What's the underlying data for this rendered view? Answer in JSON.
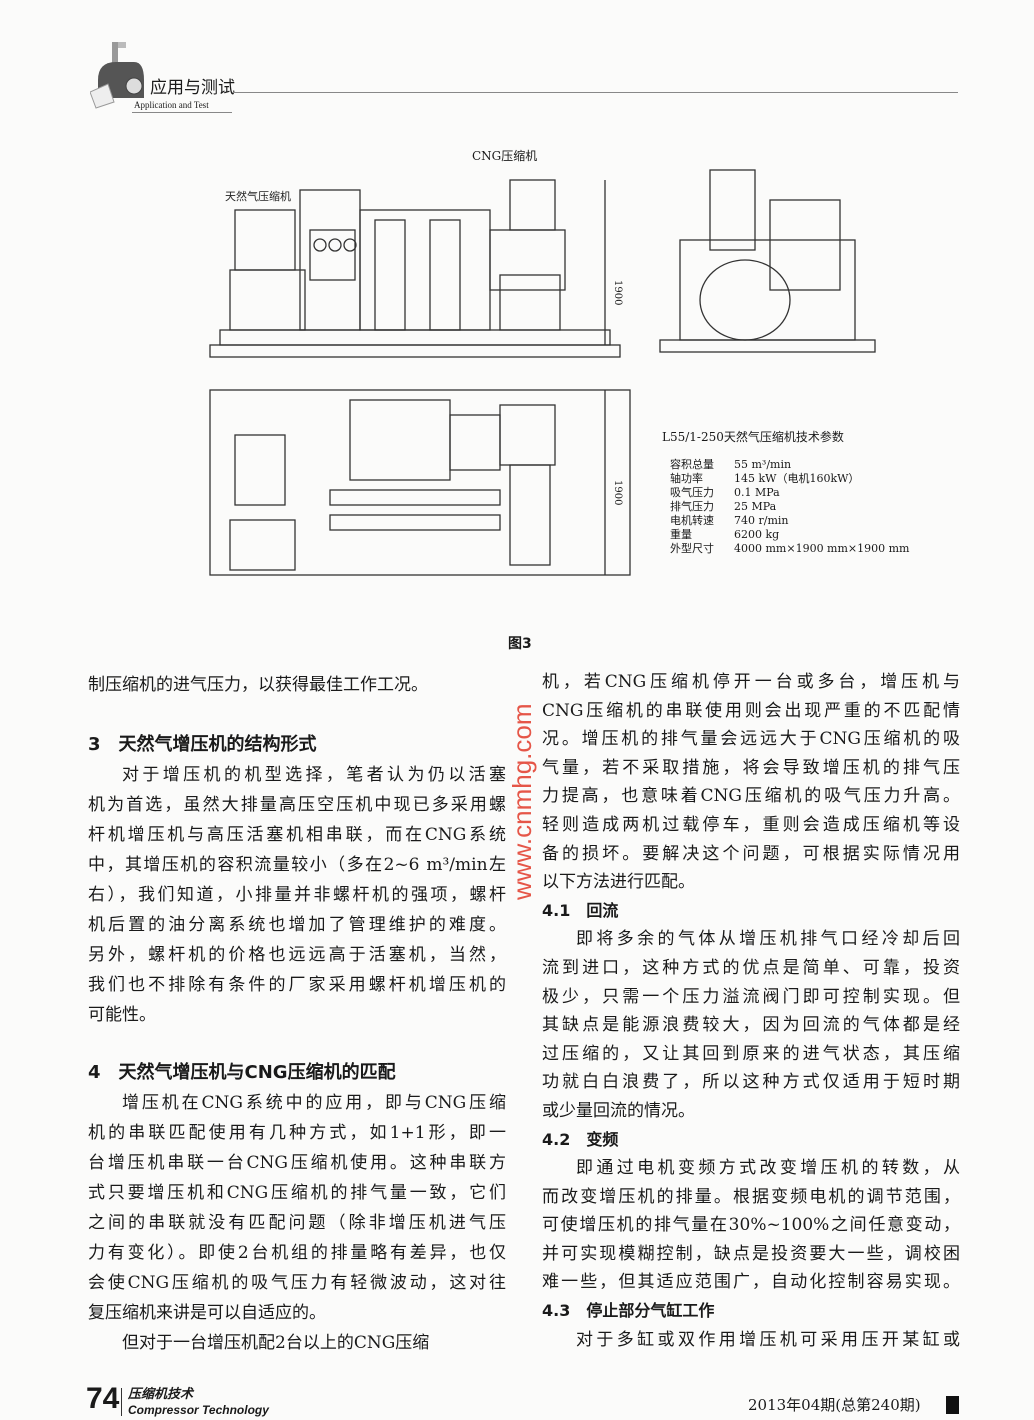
{
  "header": {
    "section_cn": "应用与测试",
    "section_en": "Application and Test"
  },
  "figure": {
    "labels": {
      "cng": "CNG压缩机",
      "natgas": "天然气压缩机",
      "dim1": "1900",
      "dim2": "1900"
    },
    "caption": "图3",
    "spec_title": "L55/1-250天然气压缩机技术参数",
    "specs": [
      {
        "k": "容积总量",
        "v": "55 m³/min"
      },
      {
        "k": "轴功率",
        "v": "145 kW（电机160kW）"
      },
      {
        "k": "吸气压力",
        "v": "0.1 MPa"
      },
      {
        "k": "排气压力",
        "v": "25 MPa"
      },
      {
        "k": "电机转速",
        "v": "740 r/min"
      },
      {
        "k": "重量",
        "v": "6200 kg"
      },
      {
        "k": "外型尺寸",
        "v": "4000 mm×1900 mm×1900 mm"
      }
    ]
  },
  "watermark": "www.cnmhg.com",
  "left": {
    "l0": "制压缩机的进气压力，以获得最佳工作工况。",
    "h3": "3　天然气增压机的结构形式",
    "p3": [
      "对于增压机的机型选择，笔者认为仍以活塞",
      "机为首选，虽然大排量高压空压机中现已多采用螺",
      "杆机增压机与高压活塞机相串联，而在CNG系统",
      "中，其增压机的容积流量较小（多在2~6 m³/min左",
      "右），我们知道，小排量并非螺杆机的强项，螺杆",
      "机后置的油分离系统也增加了管理维护的难度。",
      "另外，螺杆机的价格也远远高于活塞机，当然，",
      "我们也不排除有条件的厂家采用螺杆机增压机的",
      "可能性。"
    ],
    "h4": "4　天然气增压机与CNG压缩机的匹配",
    "p4": [
      "增压机在CNG系统中的应用，即与CNG压缩",
      "机的串联匹配使用有几种方式，如1+1形，即一",
      "台增压机串联一台CNG压缩机使用。这种串联方",
      "式只要增压机和CNG压缩机的排气量一致，它们",
      "之间的串联就没有匹配问题（除非增压机进气压",
      "力有变化）。即使2台机组的排量略有差异，也仅",
      "会使CNG压缩机的吸气压力有轻微波动，这对往",
      "复压缩机来讲是可以自适应的。"
    ],
    "p5": "但对于一台增压机配2台以上的CNG压缩"
  },
  "right": {
    "p1": [
      "机，若CNG压缩机停开一台或多台，增压机与",
      "CNG压缩机的串联使用则会出现严重的不匹配情",
      "况。增压机的排气量会远远大于CNG压缩机的吸",
      "气量，若不采取措施，将会导致增压机的排气压",
      "力提高，也意味着CNG压缩机的吸气压力升高。",
      "轻则造成两机过载停车，重则会造成压缩机等设",
      "备的损坏。要解决这个问题，可根据实际情况用",
      "以下方法进行匹配。"
    ],
    "h41": "4.1　回流",
    "p41": [
      "即将多余的气体从增压机排气口经冷却后回",
      "流到进口，这种方式的优点是简单、可靠，投资",
      "极少，只需一个压力溢流阀门即可控制实现。但",
      "其缺点是能源浪费较大，因为回流的气体都是经",
      "过压缩的，又让其回到原来的进气状态，其压缩",
      "功就白白浪费了，所以这种方式仅适用于短时期",
      "或少量回流的情况。"
    ],
    "h42": "4.2　变频",
    "p42": [
      "即通过电机变频方式改变增压机的转数，从",
      "而改变增压机的排量。根据变频电机的调节范围，",
      "可使增压机的排气量在30%~100%之间任意变动，",
      "并可实现模糊控制，缺点是投资要大一些，调校困",
      "难一些，但其适应范围广，自动化控制容易实现。"
    ],
    "h43": "4.3　停止部分气缸工作",
    "p43": [
      "对于多缸或双作用增压机可采用压开某缸或"
    ]
  },
  "footer": {
    "page": "74",
    "journal_cn": "压缩机技术",
    "journal_en": "Compressor Technology",
    "issue": "2013年04期(总第240期)"
  }
}
